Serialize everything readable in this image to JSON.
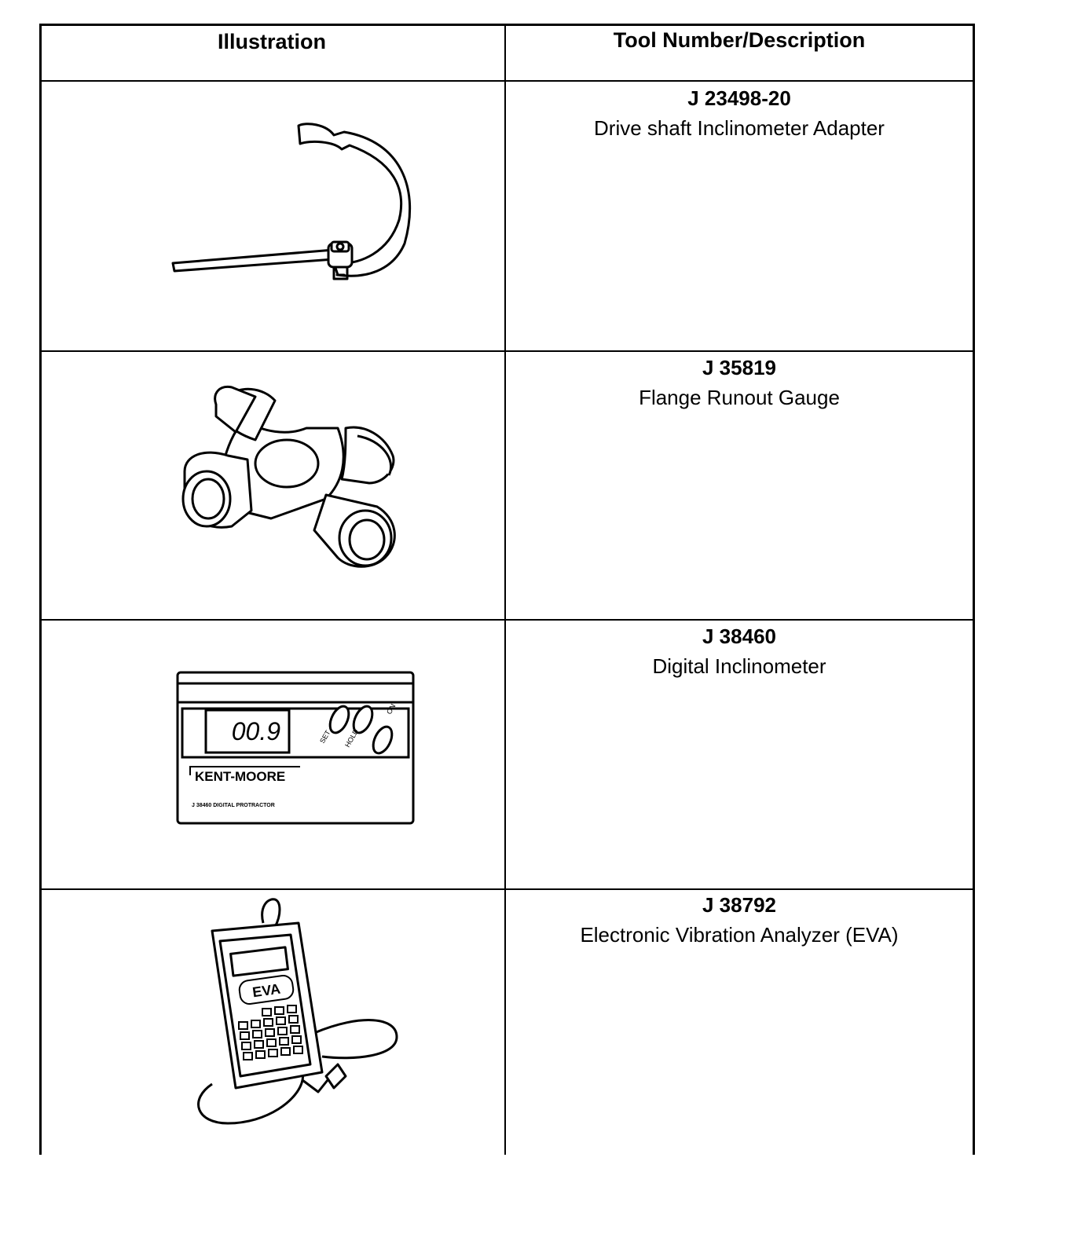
{
  "table": {
    "headers": [
      "Illustration",
      "Tool Number/Description"
    ],
    "rows": [
      {
        "tool_number": "J 23498-20",
        "description": "Drive shaft Inclinometer Adapter",
        "illustration": "inclinometer-adapter"
      },
      {
        "tool_number": "J 35819",
        "description": "Flange Runout Gauge",
        "illustration": "universal-joint-cross"
      },
      {
        "tool_number": "J 38460",
        "description": "Digital Inclinometer",
        "illustration": "digital-protractor",
        "device_text": {
          "display": "00.9",
          "brand": "KENT-MOORE",
          "model": "J 38460 DIGITAL PROTRACTOR",
          "buttons": [
            "SET",
            "HOLD",
            "ON"
          ]
        }
      },
      {
        "tool_number": "J 38792",
        "description": "Electronic Vibration Analyzer (EVA)",
        "illustration": "vibration-analyzer",
        "device_text": {
          "logo": "EVA"
        }
      }
    ]
  }
}
